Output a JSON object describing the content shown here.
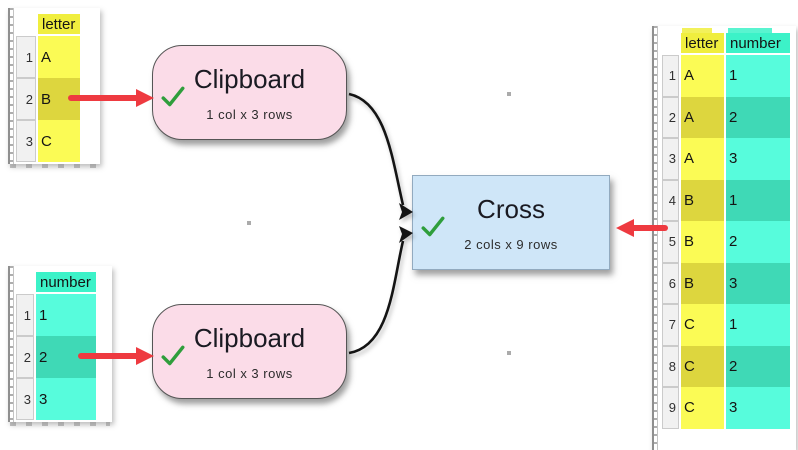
{
  "nodes": {
    "clipboard_top": {
      "title": "Clipboard",
      "subtitle": "1 col x 3 rows",
      "status_icon": "green-checkmark"
    },
    "clipboard_bottom": {
      "title": "Clipboard",
      "subtitle": "1 col x 3 rows",
      "status_icon": "green-checkmark"
    },
    "cross": {
      "title": "Cross",
      "subtitle": "2 cols x 9 rows",
      "status_icon": "green-checkmark"
    }
  },
  "tables": {
    "letter_input": {
      "header": "letter",
      "row_numbers": [
        "1",
        "2",
        "3"
      ],
      "values": [
        "A",
        "B",
        "C"
      ]
    },
    "number_input": {
      "header": "number",
      "row_numbers": [
        "1",
        "2",
        "3"
      ],
      "values": [
        "1",
        "2",
        "3"
      ]
    },
    "result": {
      "headers": [
        "letter",
        "number"
      ],
      "rows": [
        [
          "1",
          "A",
          "1"
        ],
        [
          "2",
          "A",
          "2"
        ],
        [
          "3",
          "A",
          "3"
        ],
        [
          "4",
          "B",
          "1"
        ],
        [
          "5",
          "B",
          "2"
        ],
        [
          "6",
          "B",
          "3"
        ],
        [
          "7",
          "C",
          "1"
        ],
        [
          "8",
          "C",
          "2"
        ],
        [
          "9",
          "C",
          "3"
        ]
      ]
    }
  },
  "icons": {
    "node_status": "green-checkmark",
    "input_link": "red-arrow",
    "node_link": "black-curved-arrow"
  },
  "colors": {
    "node_pink": "#fbdce8",
    "node_blue": "#cfe6f8",
    "check_green": "#2f9e3c",
    "arrow_red": "#ee3a40",
    "connector_black": "#141414",
    "yellow_header": "#f0ee3e",
    "yellow_row_odd": "#fbfb55",
    "yellow_row_even": "#ddd63e",
    "teal_header": "#3cf2c8",
    "teal_row_odd": "#57fcdc",
    "teal_row_even": "#3fd9b6"
  }
}
